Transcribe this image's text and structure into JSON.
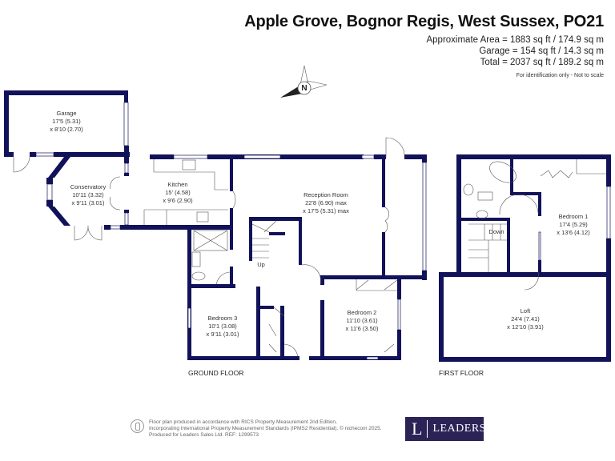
{
  "header": {
    "title": "Apple Grove, Bognor Regis, West Sussex, PO21",
    "areas": [
      "Approximate Area = 1883 sq ft / 174.9 sq m",
      "Garage = 154 sq ft / 14.3 sq m",
      "Total = 2037 sq ft / 189.2 sq m"
    ],
    "note": "For identification only - Not to scale"
  },
  "compass": {
    "label": "N"
  },
  "ground_floor": {
    "label": "GROUND FLOOR",
    "stairs": "Up",
    "rooms": [
      {
        "name": "Garage",
        "dim1": "17'5 (5.31)",
        "dim2": "x 8'10 (2.70)"
      },
      {
        "name": "Conservatory",
        "dim1": "10'11 (3.32)",
        "dim2": "x 9'11 (3.01)"
      },
      {
        "name": "Kitchen",
        "dim1": "15' (4.58)",
        "dim2": "x 9'6 (2.90)"
      },
      {
        "name": "Reception Room",
        "dim1": "22'8 (6.90) max",
        "dim2": "x 17'5 (5.31) max"
      },
      {
        "name": "Bedroom 3",
        "dim1": "10'1 (3.08)",
        "dim2": "x 9'11 (3.01)"
      },
      {
        "name": "Bedroom 2",
        "dim1": "11'10 (3.61)",
        "dim2": "x 11'6 (3.50)"
      }
    ]
  },
  "first_floor": {
    "label": "FIRST FLOOR",
    "stairs": "Down",
    "rooms": [
      {
        "name": "Bedroom 1",
        "dim1": "17'4 (5.29)",
        "dim2": "x 13'6 (4.12)"
      },
      {
        "name": "Loft",
        "dim1": "24'4 (7.41)",
        "dim2": "x 12'10 (3.91)"
      }
    ]
  },
  "footer": {
    "lines": [
      "Floor plan produced in accordance with RICS Property Measurement 2nd Edition,",
      "Incorporating International Property Measurement Standards (IPMS2 Residential).   © nichecom 2025.",
      "Produced for Leaders Sales Ltd.   REF:  1299573"
    ],
    "logo_letter": "L",
    "logo_text": "LEADERS"
  },
  "colors": {
    "walls": "#12125a",
    "logo_bg": "#2b2356"
  }
}
